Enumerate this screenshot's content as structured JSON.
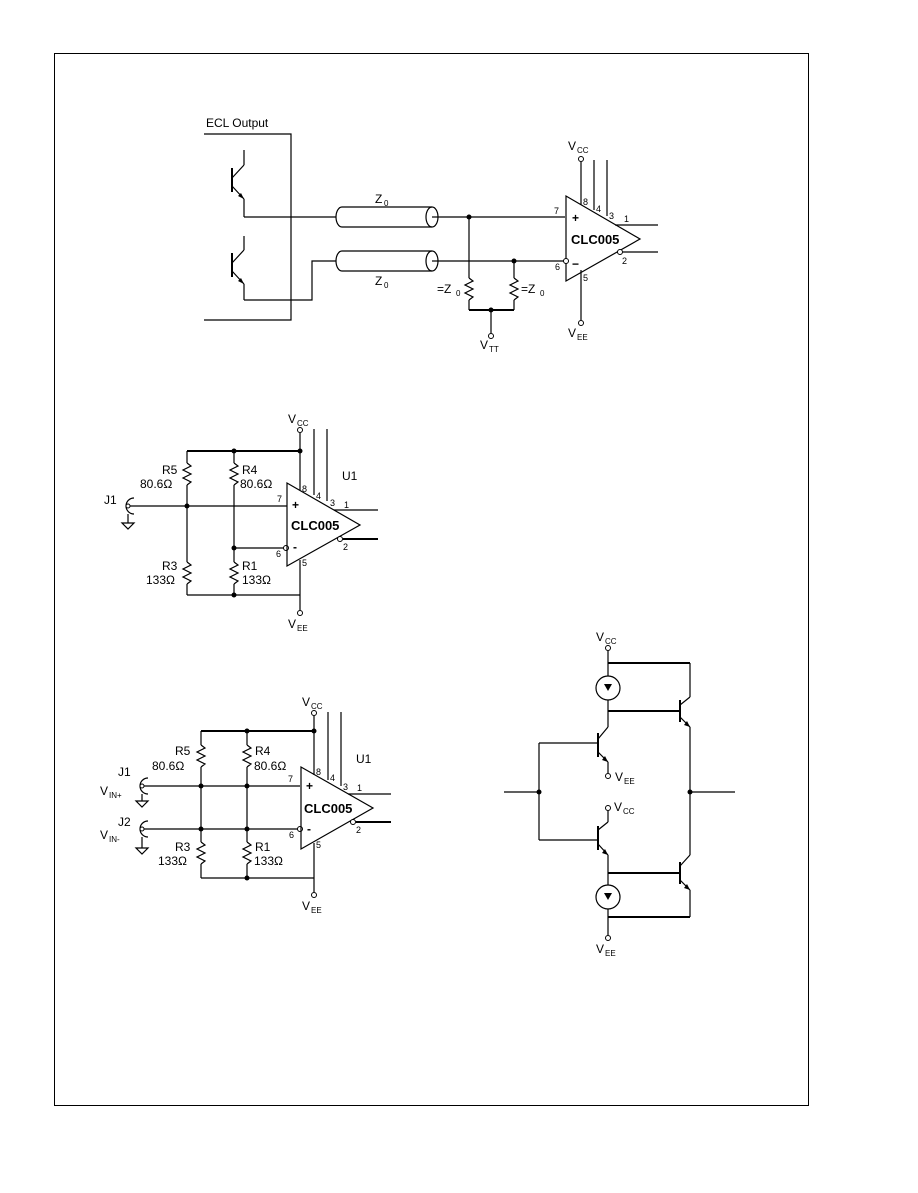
{
  "fig1": {
    "ecl_output": "ECL Output",
    "z0_top": "Z",
    "z0_top_sub": "0",
    "z0_bottom": "Z",
    "z0_bottom_sub": "0",
    "res_left": "=Z",
    "res_left_sub": "0",
    "res_right": "=Z",
    "res_right_sub": "0",
    "vtt": "V",
    "vtt_sub": "TT",
    "vcc": "V",
    "vcc_sub": "CC",
    "vee": "V",
    "vee_sub": "EE",
    "ic": "CLC005",
    "pins": {
      "p7": "7",
      "p6": "6",
      "p8": "8",
      "p4": "4",
      "p3": "3",
      "p1": "1",
      "p2": "2",
      "p5": "5"
    },
    "plus": "+",
    "minus": "−"
  },
  "fig2": {
    "vcc": "V",
    "vcc_sub": "CC",
    "vee": "V",
    "vee_sub": "EE",
    "u1": "U1",
    "r5": "R5",
    "r5_val": "80.6Ω",
    "r4": "R4",
    "r4_val": "80.6Ω",
    "r3": "R3",
    "r3_val": "133Ω",
    "r1": "R1",
    "r1_val": "133Ω",
    "j1": "J1",
    "ic": "CLC005",
    "pins": {
      "p7": "7",
      "p6": "6",
      "p8": "8",
      "p4": "4",
      "p3": "3",
      "p1": "1",
      "p2": "2",
      "p5": "5"
    },
    "plus": "+",
    "minus": "-"
  },
  "fig3": {
    "vcc": "V",
    "vcc_sub": "CC",
    "vee": "V",
    "vee_sub": "EE",
    "u1": "U1",
    "r5": "R5",
    "r5_val": "80.6Ω",
    "r4": "R4",
    "r4_val": "80.6Ω",
    "r3": "R3",
    "r3_val": "133Ω",
    "r1": "R1",
    "r1_val": "133Ω",
    "j1": "J1",
    "j2": "J2",
    "vin_plus": "V",
    "vin_plus_sub": "IN+",
    "vin_minus": "V",
    "vin_minus_sub": "IN-",
    "ic": "CLC005",
    "pins": {
      "p7": "7",
      "p6": "6",
      "p8": "8",
      "p4": "4",
      "p3": "3",
      "p1": "1",
      "p2": "2",
      "p5": "5"
    },
    "plus": "+",
    "minus": "-"
  },
  "fig4": {
    "vcc_top": "V",
    "vcc_top_sub": "CC",
    "vee_mid": "V",
    "vee_mid_sub": "EE",
    "vcc_mid": "V",
    "vcc_mid_sub": "CC",
    "vee_bottom": "V",
    "vee_bottom_sub": "EE"
  }
}
